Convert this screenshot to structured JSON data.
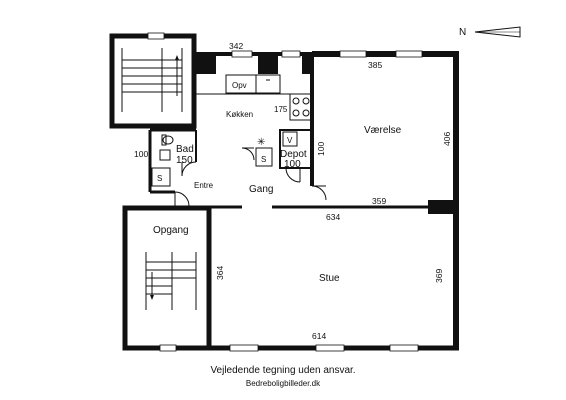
{
  "compass": {
    "label": "N"
  },
  "rooms": {
    "vaerelse": "Værelse",
    "kokken": "Køkken",
    "opv": "Opv",
    "bad": "Bad",
    "bad_size": "150",
    "depot": "Depot",
    "depot_size": "100",
    "entre": "Entre",
    "gang": "Gang",
    "opgang": "Opgang",
    "stue": "Stue",
    "s1": "S",
    "s2": "S",
    "v": "V"
  },
  "dimensions": {
    "d342": "342",
    "d385": "385",
    "d175": "175",
    "d406": "406",
    "d100_left": "100",
    "d100_depot": "100",
    "d634": "634",
    "d359": "359",
    "d364": "364",
    "d369": "369",
    "d614": "614"
  },
  "footer": {
    "disclaimer": "Vejledende tegning uden ansvar.",
    "credit": "Bedreboligbilleder.dk"
  }
}
